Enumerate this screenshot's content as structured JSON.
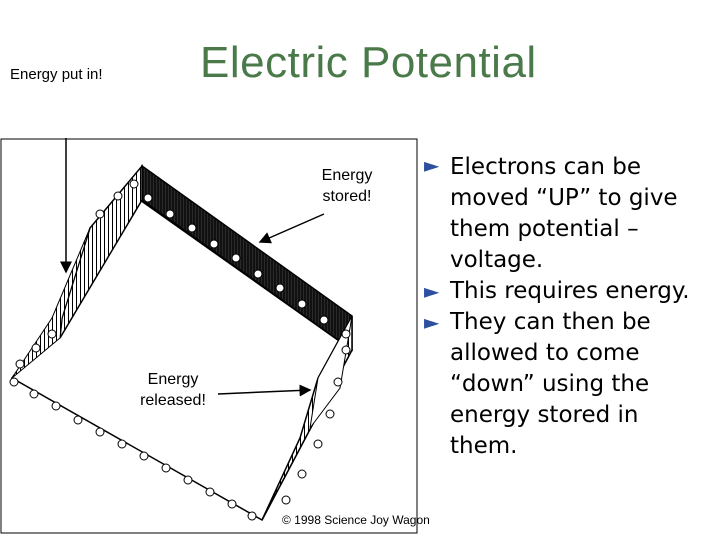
{
  "slide": {
    "title": "Electric Potential",
    "energy_put_in": "Energy put in!",
    "energy_stored": "Energy stored!",
    "energy_released": "Energy released!",
    "credit": "© 1998 Science Joy Wagon",
    "bullet_marker": "►",
    "bullets": [
      "Electrons can be moved “UP” to give them potential – voltage.",
      "This requires energy.",
      "They can then be allowed to come “down” using the energy stored in them."
    ],
    "colors": {
      "title": "#4a7a4a",
      "bullet_marker": "#2d4fa0"
    }
  }
}
